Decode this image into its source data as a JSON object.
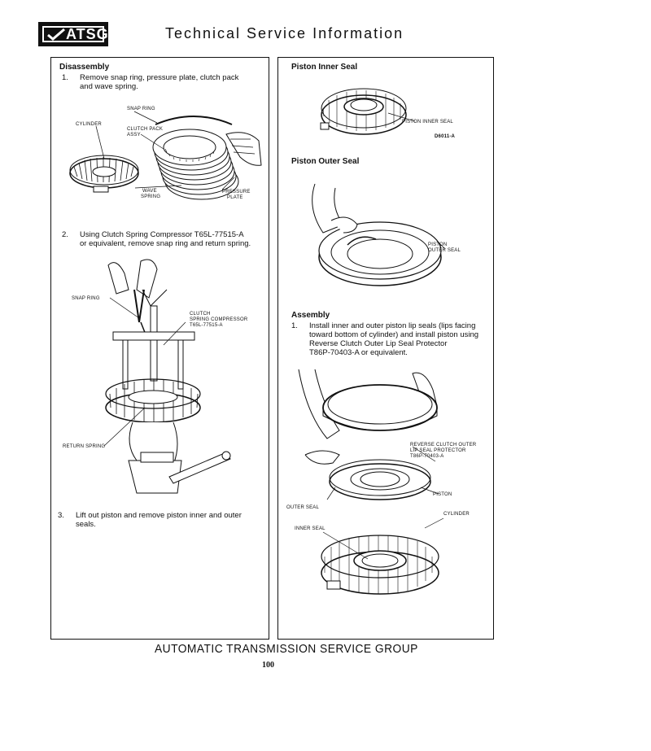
{
  "header": {
    "logo_text": "ATSG",
    "title": "Technical Service Information"
  },
  "left": {
    "heading": "Disassembly",
    "step1": {
      "num": "1.",
      "line1": "Remove snap ring, pressure plate, clutch pack",
      "line2": "and wave spring."
    },
    "fig1_labels": {
      "snap_ring": "SNAP RING",
      "cylinder": "CYLINDER",
      "clutch_pack_1": "CLUTCH PACK",
      "clutch_pack_2": "ASSY",
      "wave_1": "WAVE",
      "wave_2": "SPRING",
      "pressure_1": "PRESSURE",
      "pressure_2": "PLATE"
    },
    "step2": {
      "num": "2.",
      "line1": "Using Clutch Spring Compressor T65L-77515-A",
      "line2": "or equivalent, remove snap ring and return spring."
    },
    "fig2_labels": {
      "snap_ring": "SNAP RING",
      "tool_1": "CLUTCH",
      "tool_2": "SPRING COMPRESSOR",
      "tool_3": "T65L-77515-A",
      "return_spring": "RETURN SPRING"
    },
    "step3": {
      "num": "3.",
      "line1": "Lift out piston and remove piston inner and outer",
      "line2": "seals."
    }
  },
  "right": {
    "heading_inner": "Piston Inner Seal",
    "fig3_labels": {
      "inner_seal": "PISTON INNER SEAL",
      "code": "D6011-A"
    },
    "heading_outer": "Piston Outer Seal",
    "fig4_labels": {
      "outer_1": "PISTON",
      "outer_2": "OUTER SEAL"
    },
    "heading_assembly": "Assembly",
    "step1": {
      "num": "1.",
      "line1": "Install inner and outer piston lip seals (lips facing",
      "line2": "toward bottom of cylinder) and install piston using",
      "line3": "Reverse Clutch Outer Lip Seal Protector",
      "line4": "T86P-70403-A or equivalent."
    },
    "fig5_labels": {
      "protector_1": "REVERSE CLUTCH OUTER",
      "protector_2": "LIP SEAL PROTECTOR",
      "protector_3": "T86P-70403-A",
      "piston": "PISTON",
      "outer_seal": "OUTER SEAL",
      "cylinder": "CYLINDER",
      "inner_seal": "INNER SEAL"
    }
  },
  "footer": {
    "group": "AUTOMATIC TRANSMISSION SERVICE GROUP",
    "page": "100"
  }
}
